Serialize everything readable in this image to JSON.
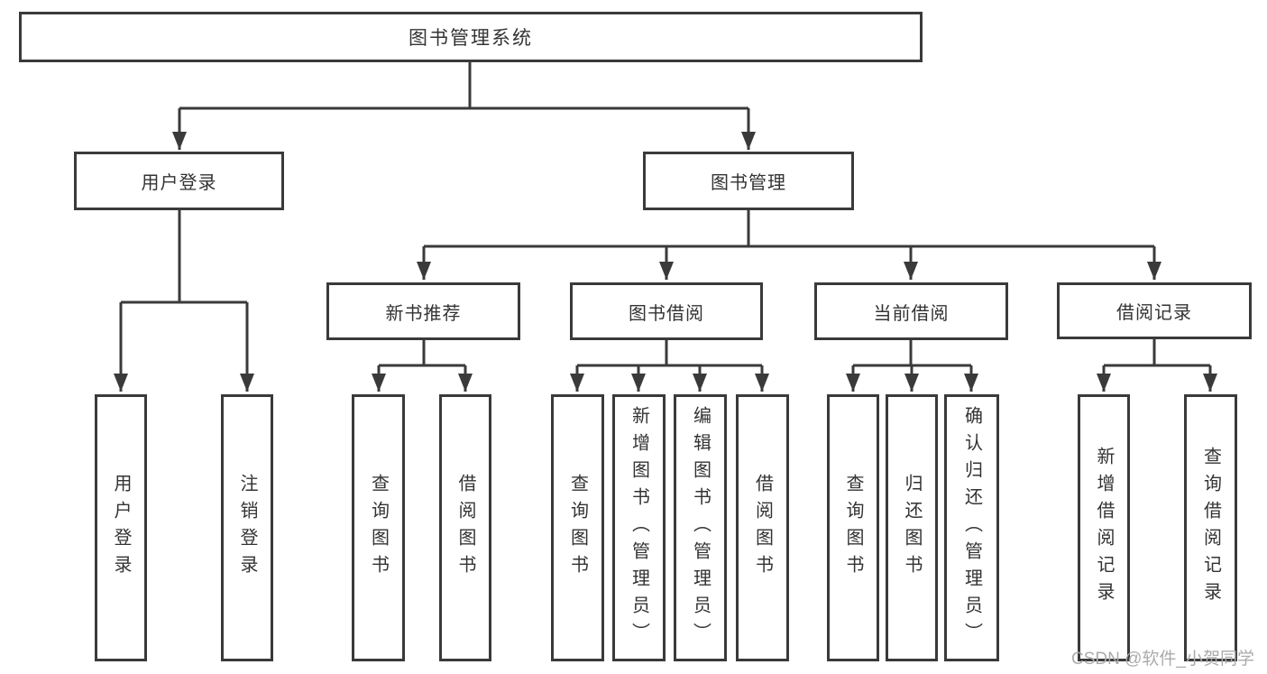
{
  "colors": {
    "line": "#3a3a3a",
    "text": "#333333",
    "watermark": "#ababab"
  },
  "tree": {
    "label": "图书管理系统",
    "children": [
      {
        "label": "用户登录",
        "children": [
          {
            "label": "用户登录"
          },
          {
            "label": "注销登录"
          }
        ]
      },
      {
        "label": "图书管理",
        "children": [
          {
            "label": "新书推荐",
            "children": [
              {
                "label": "查询图书"
              },
              {
                "label": "借阅图书"
              }
            ]
          },
          {
            "label": "图书借阅",
            "children": [
              {
                "label": "查询图书"
              },
              {
                "label": "新增图书（管理员）"
              },
              {
                "label": "编辑图书（管理员）"
              },
              {
                "label": "借阅图书"
              }
            ]
          },
          {
            "label": "当前借阅",
            "children": [
              {
                "label": "查询图书"
              },
              {
                "label": "归还图书"
              },
              {
                "label": "确认归还（管理员）"
              }
            ]
          },
          {
            "label": "借阅记录",
            "children": [
              {
                "label": "新增借阅记录"
              },
              {
                "label": "查询借阅记录"
              }
            ]
          }
        ]
      }
    ]
  },
  "watermark": "CSDN @软件_小贺同学"
}
